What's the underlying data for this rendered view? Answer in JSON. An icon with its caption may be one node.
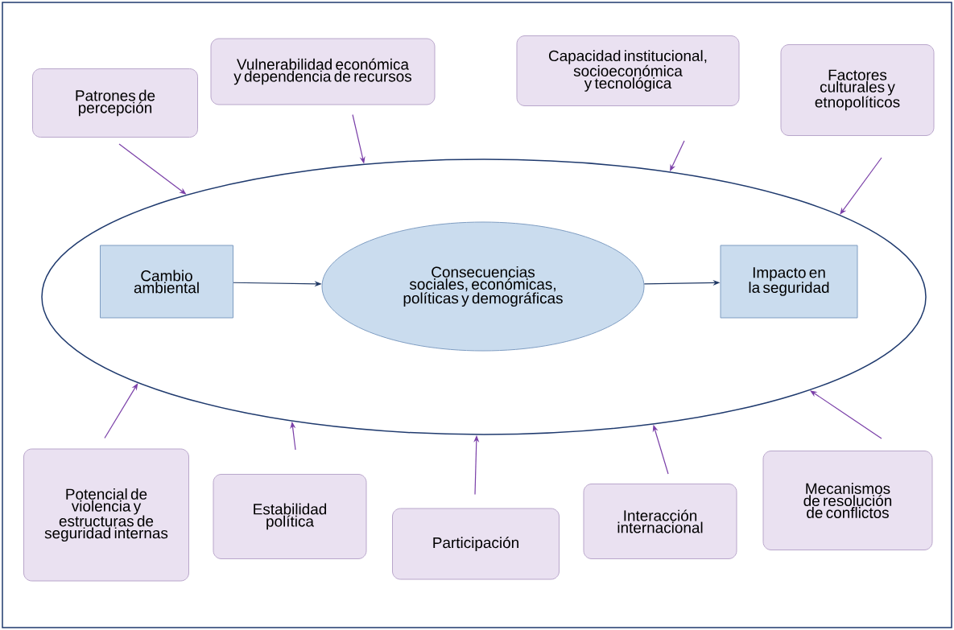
{
  "diagram": {
    "nodes": [
      {
        "text": [
          "Patrones de percepción"
        ]
      },
      {
        "text": [
          "Vulnerabilidad económica y dependencia de recursos"
        ]
      },
      {
        "text": [
          "Capacidad institucional, socioeconómica y tecnológica"
        ]
      },
      {
        "text": [
          "Factores culturales y etnopolíticos"
        ]
      },
      {
        "text": [],
        "shape": "ellipse"
      },
      {
        "text": [
          "Cambio ambiental"
        ],
        "in": 4
      },
      {
        "text": [
          "Consecuencias sociales, económicas, políticas y demográficas"
        ],
        "in": 4
      },
      {
        "text": [
          "Impacto en la seguridad"
        ],
        "in": 4
      },
      {
        "text": [
          "Potencial de violencia y estructuras de seguridad internas"
        ]
      },
      {
        "text": [
          "Estabilidad política"
        ]
      },
      {
        "text": [
          "Participación"
        ]
      },
      {
        "text": [
          "Interacción internacional"
        ]
      },
      {
        "text": [
          "Mecanismos de resolución de conflictos"
        ]
      }
    ],
    "edges": [
      {
        "from": 0,
        "to": 4,
        "arrow": "to"
      },
      {
        "from": 1,
        "to": 4,
        "arrow": "to"
      },
      {
        "from": 2,
        "to": 4,
        "arrow": "to"
      },
      {
        "from": 3,
        "to": 4,
        "arrow": "to"
      },
      {
        "from": 5,
        "to": 6,
        "arrow": "to",
        "color": "#1f3864"
      },
      {
        "from": 6,
        "to": 7,
        "arrow": "to",
        "color": "#1f3864"
      },
      {
        "from": 8,
        "to": 4,
        "arrow": "to"
      },
      {
        "from": 9,
        "to": 4,
        "arrow": "to"
      },
      {
        "from": 10,
        "to": 4,
        "arrow": "to"
      },
      {
        "from": 11,
        "to": 4,
        "arrow": "to"
      },
      {
        "from": 12,
        "to": 4,
        "arrow": "to"
      }
    ]
  }
}
